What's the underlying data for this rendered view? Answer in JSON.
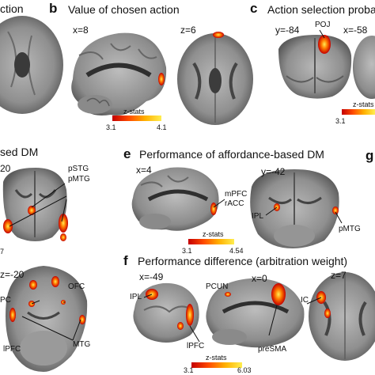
{
  "panels": {
    "a": {
      "title": "ction"
    },
    "b": {
      "letter": "b",
      "title": "Value of chosen action",
      "coords": [
        "x=8",
        "z=6"
      ],
      "zlabel": "z-stats",
      "range": [
        "3.1",
        "4.1"
      ]
    },
    "c": {
      "letter": "c",
      "title": "Action selection proba",
      "coords": [
        "y=-84",
        "x=-58"
      ],
      "labels": [
        "POJ"
      ],
      "zlabel": "z-stats",
      "range": [
        "3.1"
      ]
    },
    "d": {
      "title": "sed DM",
      "coords": [
        "20",
        "z=-20"
      ],
      "labels": [
        "pSTG",
        "pMTG",
        "OFC",
        "PC",
        "MTG",
        "lPFC"
      ],
      "tick": "7"
    },
    "e": {
      "letter": "e",
      "title": "Performance of affordance-based DM",
      "coords": [
        "x=4",
        "y=-42"
      ],
      "labels": [
        "mPFC",
        "rACC",
        "IPL",
        "pMTG"
      ],
      "zlabel": "z-stats",
      "range": [
        "3.1",
        "4.54"
      ]
    },
    "f": {
      "letter": "f",
      "title": "Performance difference (arbitration weight)",
      "coords": [
        "x=-49",
        "x=0",
        "z=7"
      ],
      "labels": [
        "IPL",
        "PCUN",
        "IC",
        "lPFC",
        "preSMA"
      ],
      "zlabel": "z-stats",
      "range": [
        "3.1",
        "6.03"
      ]
    },
    "g": {
      "letter": "g"
    }
  },
  "colors": {
    "blob_low": "#c40000",
    "blob_mid": "#ff6a00",
    "blob_high": "#ffe04a",
    "brain_gray": "#9a9a9a"
  }
}
